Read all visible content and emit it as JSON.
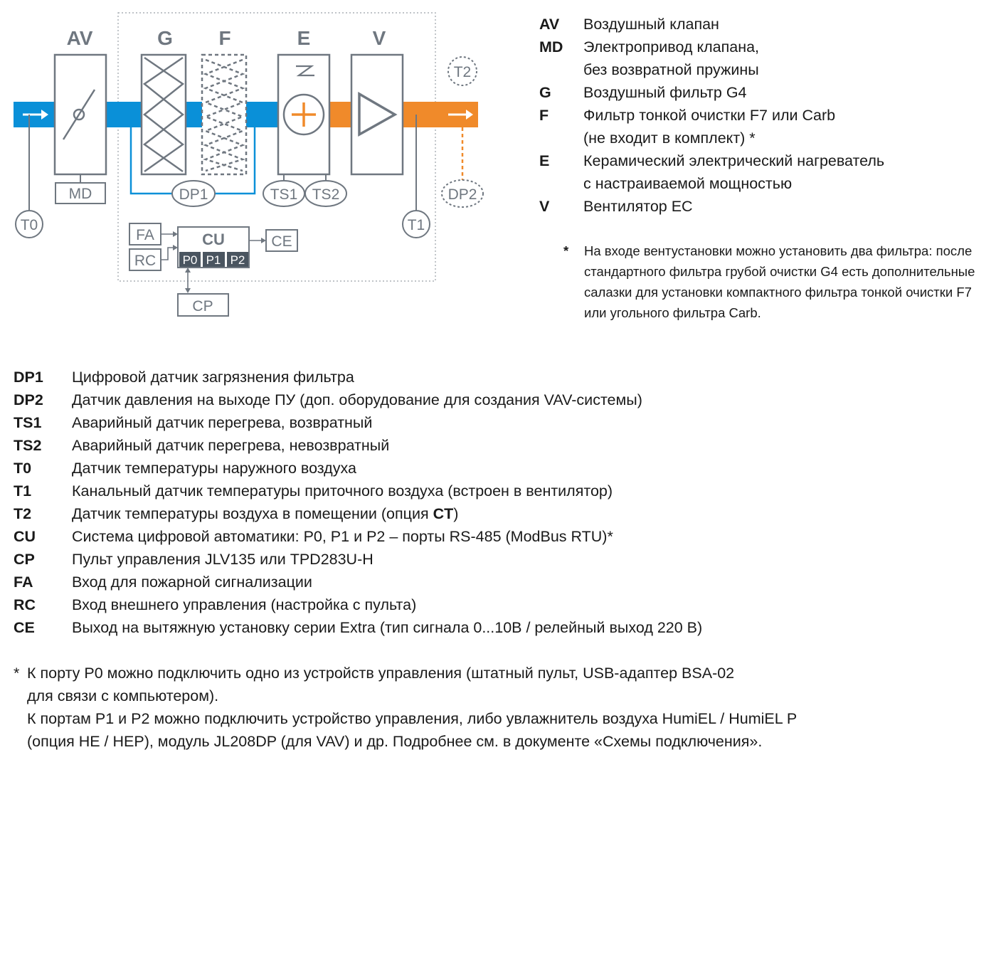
{
  "diagram": {
    "blocks": {
      "av": "AV",
      "g": "G",
      "f": "F",
      "e": "E",
      "v": "V",
      "md": "MD",
      "cu": "CU",
      "fa": "FA",
      "rc": "RC",
      "ce": "CE",
      "cp": "CP"
    },
    "ports": [
      "P0",
      "P1",
      "P2"
    ],
    "sensors": {
      "dp1": "DP1",
      "dp2": "DP2",
      "ts1": "TS1",
      "ts2": "TS2",
      "t0": "T0",
      "t1": "T1",
      "t2": "T2"
    },
    "colors": {
      "intake_air": "#0a90d8",
      "supply_air": "#f08a2a",
      "outline": "#6f7780",
      "port_fill": "#4a5560"
    }
  },
  "legend_top": [
    {
      "code": "AV",
      "text": "Воздушный клапан"
    },
    {
      "code": "MD",
      "text": "Электропривод клапана,\nбез возвратной пружины"
    },
    {
      "code": "G",
      "text": "Воздушный фильтр G4"
    },
    {
      "code": "F",
      "text": "Фильтр тонкой очистки F7 или Carb\n(не входит в комплект) *"
    },
    {
      "code": "E",
      "text": "Керамический электрический нагреватель\nс настраиваемой мощностью"
    },
    {
      "code": "V",
      "text": "Вентилятор EC"
    }
  ],
  "legend_note": {
    "star": "*",
    "text": "На входе вентустановки можно установить два фильтра: после стандартного фильтра грубой очистки G4 есть дополнительные салазки для установки компактного фильтра тонкой очистки F7 или угольного фильтра Carb."
  },
  "legend_bottom": [
    {
      "code": "DP1",
      "text": "Цифровой датчик загрязнения фильтра"
    },
    {
      "code": "DP2",
      "text": "Датчик давления на выходе ПУ (доп. оборудование для создания VAV-системы)"
    },
    {
      "code": "TS1",
      "text": "Аварийный датчик перегрева, возвратный"
    },
    {
      "code": "TS2",
      "text": "Аварийный датчик перегрева, невозвратный"
    },
    {
      "code": "T0",
      "text": "Датчик температуры наружного воздуха"
    },
    {
      "code": "T1",
      "text": "Канальный датчик температуры приточного воздуха (встроен в вентилятор)"
    },
    {
      "code": "T2",
      "text": "Датчик температуры воздуха в помещении (опция ",
      "bold": "CT",
      "text_after": ")"
    },
    {
      "code": "CU",
      "text": "Система цифровой автоматики: P0, P1 и P2 – порты RS-485 (ModBus RTU)*"
    },
    {
      "code": "CP",
      "text": "Пульт управления JLV135 или TPD283U-H"
    },
    {
      "code": "FA",
      "text": "Вход для пожарной сигнализации"
    },
    {
      "code": "RC",
      "text": "Вход внешнего управления (настройка с пульта)"
    },
    {
      "code": "CE",
      "text": "Выход на вытяжную установку серии Extra (тип сигнала 0...10В / релейный выход 220 В)"
    }
  ],
  "footnote": {
    "star": "*",
    "lines": [
      "К порту P0 можно подключить одно из устройств управления (штатный пульт, USB-адаптер BSA-02",
      "для связи с компьютером).",
      "К портам P1 и P2 можно подключить устройство управления, либо увлажнитель воздуха HumiEL /  HumiEL P",
      "(опция HE / HEP), модуль JL208DP (для VAV) и др. Подробнее см. в документе «Схемы подключения»."
    ]
  }
}
